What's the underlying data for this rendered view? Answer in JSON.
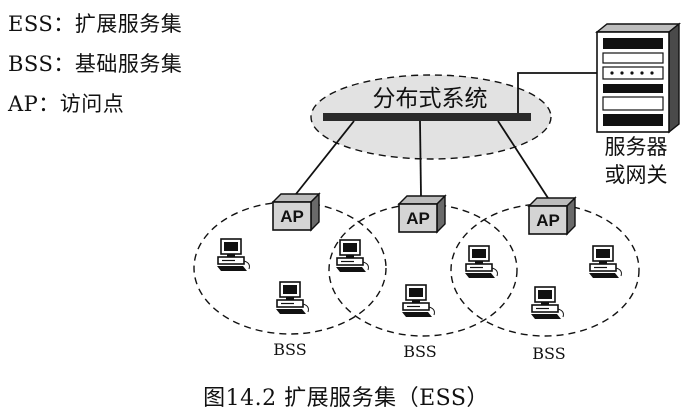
{
  "legend": {
    "items": [
      {
        "abbr": "ESS",
        "sep": "：",
        "desc": "扩展服务集"
      },
      {
        "abbr": "BSS",
        "sep": "：",
        "desc": "基础服务集"
      },
      {
        "abbr": "AP",
        "sep": "：",
        "desc": "访问点"
      }
    ]
  },
  "distribution_system": {
    "label": "分布式系统"
  },
  "server": {
    "label_line1": "服务器",
    "label_line2": "或网关"
  },
  "access_points": [
    {
      "label": "AP"
    },
    {
      "label": "AP"
    },
    {
      "label": "AP"
    }
  ],
  "bss_cells": [
    {
      "label": "BSS"
    },
    {
      "label": "BSS"
    },
    {
      "label": "BSS"
    }
  ],
  "caption": "图14.2  扩展服务集（ESS）",
  "colors": {
    "ink": "#111111",
    "ellipse_fill": "#e2e2e2",
    "bar": "#2a2a2a",
    "ap_fill": "#d4d4d4"
  }
}
